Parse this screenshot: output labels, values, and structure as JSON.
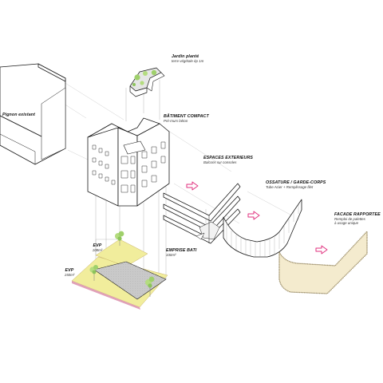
{
  "labels": {
    "jardin": {
      "title": "Jardin planté",
      "subtitle": "terre végétale ép 1m"
    },
    "pignon": {
      "title": "Pignon existant"
    },
    "batiment": {
      "title": "BÂTIMENT COMPACT",
      "subtitle": "Pré-murs béton"
    },
    "espaces": {
      "title": "ESPACES EXTERIEURS",
      "subtitle": "Balcons sur consoles"
    },
    "ossature": {
      "title": "OSSATURE / GARDE-CORPS",
      "subtitle": "Tube Acier + Remplissage filet"
    },
    "facade": {
      "title": "FACADE RAPPORTEE",
      "subtitle1": "Remploi de palettes",
      "subtitle2": "à usage unique"
    },
    "evp_top": {
      "title": "EVP",
      "subtitle": "108m²"
    },
    "emprise": {
      "title": "EMPRISE BATI",
      "subtitle": "330m²"
    },
    "evp_left": {
      "title": "EVP",
      "subtitle": "150m²"
    }
  },
  "colors": {
    "line": "#1a1a1a",
    "guide": "#9a9a9a",
    "arrow": "#e0327f",
    "evp_fill": "#f1ed9c",
    "emprise_fill": "#c9c9c9",
    "facade_fill": "#f4ebce",
    "green": "#9fd06b"
  }
}
